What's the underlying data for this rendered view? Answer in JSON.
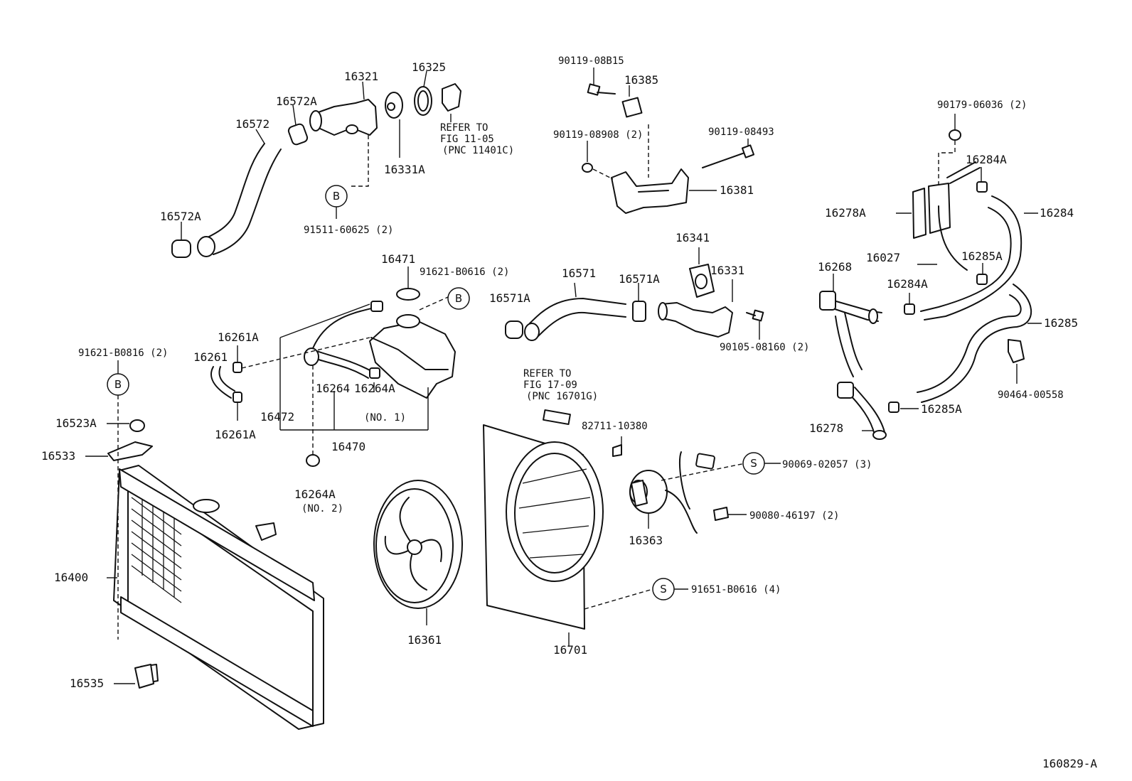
{
  "figure_id": "160829-A",
  "markers": {
    "b": "B",
    "s": "S"
  },
  "labels": {
    "p16321": "16321",
    "p16325": "16325",
    "p16572A_top": "16572A",
    "p16572": "16572",
    "p16572A_bot": "16572A",
    "p16331A": "16331A",
    "ref1_line1": "REFER TO",
    "ref1_line2": "FIG 11-05",
    "ref1_line3": "(PNC 11401C)",
    "p91511": "91511-60625 (2)",
    "p90119_08B15": "90119-08B15",
    "p16385": "16385",
    "p90119_08908": "90119-08908 (2)",
    "p90119_08493": "90119-08493",
    "p16381": "16381",
    "p90179": "90179-06036 (2)",
    "p16284A_top": "16284A",
    "p16278A": "16278A",
    "p16284": "16284",
    "p16027": "16027",
    "p16285A_top": "16285A",
    "p16268": "16268",
    "p16284A_mid": "16284A",
    "p16285": "16285",
    "p90464": "90464-00558",
    "p16278": "16278",
    "p16285A_bot": "16285A",
    "p16471": "16471",
    "p91621_B0616": "91621-B0616 (2)",
    "p16571": "16571",
    "p16571A_left": "16571A",
    "p16571A_right": "16571A",
    "p16341": "16341",
    "p16331": "16331",
    "p90105": "90105-08160 (2)",
    "p91621_B0816": "91621-B0816 (2)",
    "p16261A_top": "16261A",
    "p16261": "16261",
    "p16264": "16264",
    "p16264A_1": "16264A",
    "no1": "(NO. 1)",
    "p16472": "16472",
    "p16261A_bot": "16261A",
    "p16470": "16470",
    "p16264A_2": "16264A",
    "no2": "(NO. 2)",
    "p16523A": "16523A",
    "p16533": "16533",
    "ref2_line1": "REFER TO",
    "ref2_line2": "FIG 17-09",
    "ref2_line3": "(PNC 16701G)",
    "p82711": "82711-10380",
    "p90069": "90069-02057 (3)",
    "p90080": "90080-46197 (2)",
    "p16363": "16363",
    "p16400": "16400",
    "p16361": "16361",
    "p16701": "16701",
    "p91651": "91651-B0616 (4)",
    "p16535": "16535"
  }
}
